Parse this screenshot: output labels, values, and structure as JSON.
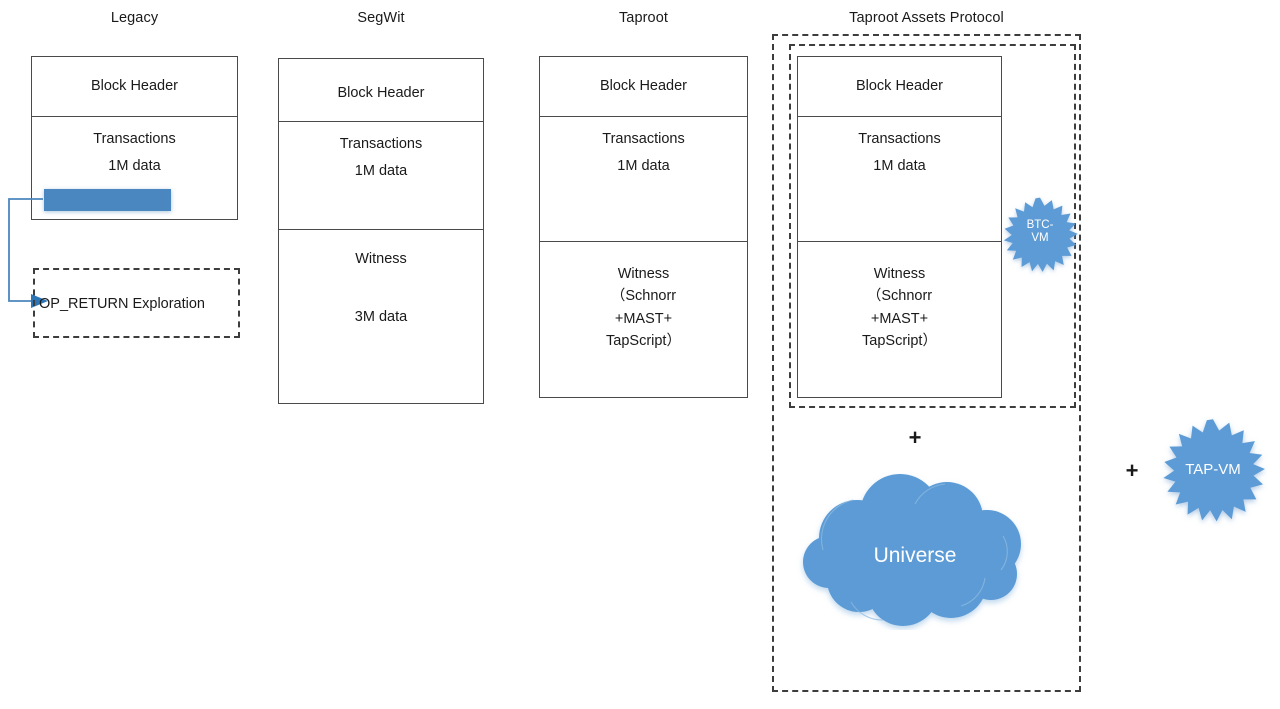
{
  "diagram": {
    "title_legacy": "Legacy",
    "title_segwit": "SegWit",
    "title_taproot": "Taproot",
    "title_tap": "Taproot Assets Protocol"
  },
  "colors": {
    "bar_blue": "#4a86bf",
    "cloud_blue": "#5b9bd5",
    "star_blue": "#5b9bd5",
    "connector_blue": "#4a86bf",
    "box_stroke": "#4a4a4a",
    "dashed_stroke": "#3d3d3d"
  },
  "legacy": {
    "cells": [
      {
        "lines": [
          "Block Header"
        ]
      },
      {
        "lines": [
          "Transactions",
          "1M data"
        ]
      }
    ],
    "op_return_label": "OP_RETURN Exploration"
  },
  "segwit": {
    "cells": [
      {
        "lines": [
          "Block Header"
        ]
      },
      {
        "lines": [
          "Transactions",
          "1M data"
        ]
      },
      {
        "lines": [
          "Witness",
          "3M data"
        ]
      }
    ]
  },
  "taproot": {
    "cells": [
      {
        "lines": [
          "Block Header"
        ]
      },
      {
        "lines": [
          "Transactions",
          "1M data"
        ]
      },
      {
        "lines": [
          "Witness",
          "（Schnorr",
          "+MAST+",
          "TapScript）"
        ]
      }
    ]
  },
  "tap": {
    "cells": [
      {
        "lines": [
          "Block Header"
        ]
      },
      {
        "lines": [
          "Transactions",
          "1M data"
        ]
      },
      {
        "lines": [
          "Witness",
          "（Schnorr",
          "+MAST+",
          "TapScript）"
        ]
      }
    ],
    "btc_vm_label_line1": "BTC-",
    "btc_vm_label_line2": "VM",
    "plus_inner": "+",
    "cloud_label": "Universe"
  },
  "right": {
    "plus_outer": "+",
    "tap_vm_label": "TAP-VM"
  }
}
